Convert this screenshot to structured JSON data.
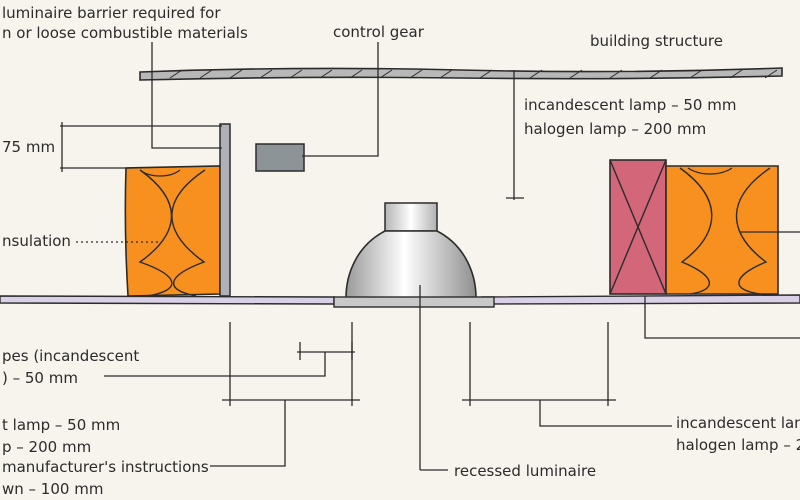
{
  "labels": {
    "barrier_line1": "luminaire barrier required for",
    "barrier_line2": "n or loose combustible materials",
    "control_gear": "control gear",
    "building_structure": "building structure",
    "top_clear_line1": "incandescent lamp – 50 mm",
    "top_clear_line2": "halogen lamp – 200 mm",
    "barrier_height": "75 mm",
    "insulation": "nsulation",
    "small_gap_line1": "pes (incandescent",
    "small_gap_line2": ") – 50 mm",
    "left_clear_line1": "t lamp – 50 mm",
    "left_clear_line2": "p – 200 mm",
    "left_clear_line3": "manufacturer's instructions",
    "left_clear_line4": "wn – 100 mm",
    "right_clear_line1": "incandescent lam",
    "right_clear_line2": "halogen lamp – 2",
    "recessed_luminaire": "recessed luminaire"
  },
  "colors": {
    "background": "#f6f4ec",
    "insulation_orange": "#f7901e",
    "timber_pink": "#d4667a",
    "ceiling_lilac": "#d9cfe6",
    "control_gear_grey": "#8c9498",
    "structure_grey": "#b8b8b8",
    "line": "#2b2b2b"
  }
}
